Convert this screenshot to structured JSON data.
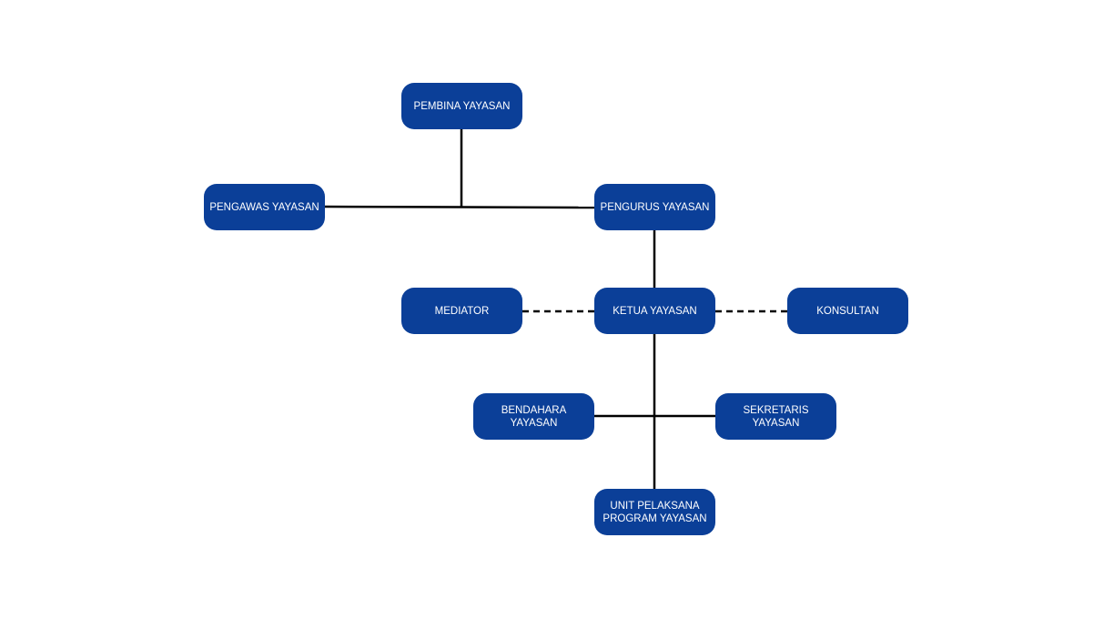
{
  "chart": {
    "nodes": {
      "pembina": "PEMBINA YAYASAN",
      "pengawas": "PENGAWAS YAYASAN",
      "pengurus": "PENGURUS YAYASAN",
      "mediator": "MEDIATOR",
      "ketua": "KETUA YAYASAN",
      "konsultan": "KONSULTAN",
      "bendahara": "BENDAHARA YAYASAN",
      "sekretaris": "SEKRETARIS YAYASAN",
      "unit": "UNIT PELAKSANA\nPROGRAM YAYASAN"
    },
    "edges": [
      {
        "from": "pembina",
        "to": "pengawas-pengurus-line",
        "style": "solid"
      },
      {
        "from": "pengawas",
        "to": "pengurus",
        "style": "solid"
      },
      {
        "from": "pengurus",
        "to": "ketua",
        "style": "solid"
      },
      {
        "from": "mediator",
        "to": "ketua",
        "style": "dashed"
      },
      {
        "from": "ketua",
        "to": "konsultan",
        "style": "dashed"
      },
      {
        "from": "ketua",
        "to": "unit",
        "style": "solid"
      },
      {
        "from": "bendahara",
        "to": "sekretaris",
        "style": "solid"
      }
    ],
    "colors": {
      "node_fill": "#0b3f98",
      "node_text": "#ffffff",
      "line": "#000000",
      "background": "#ffffff"
    }
  }
}
